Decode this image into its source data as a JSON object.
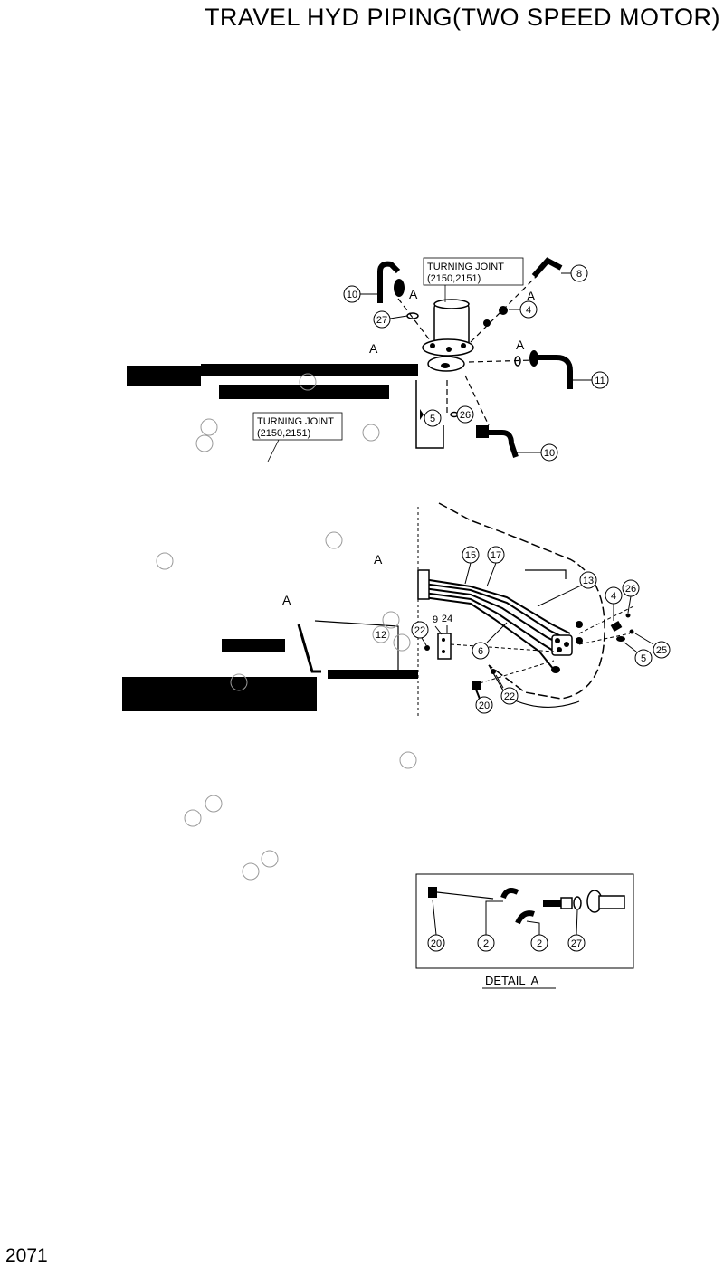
{
  "title": "TRAVEL HYD PIPING(TWO SPEED MOTOR)",
  "page_number": "2071",
  "turning_joint_top": {
    "line1": "TURNING JOINT",
    "line2": "(2150,2151)"
  },
  "turning_joint_left": {
    "line1": "TURNING JOINT",
    "line2": "(2150,2151)"
  },
  "section_letter": "A",
  "detail_caption": "DETAIL  A",
  "callouts_upper": [
    "10",
    "27",
    "8",
    "4",
    "11",
    "5",
    "26",
    "10"
  ],
  "callouts_lower": [
    "15",
    "17",
    "13",
    "4",
    "26",
    "12",
    "9",
    "24",
    "22",
    "6",
    "5",
    "25",
    "20",
    "22"
  ],
  "callouts_detail": [
    "20",
    "2",
    "2",
    "27"
  ],
  "colors": {
    "ink": "#000000",
    "paper": "#ffffff",
    "empty_circle": "#9a9a9a"
  }
}
